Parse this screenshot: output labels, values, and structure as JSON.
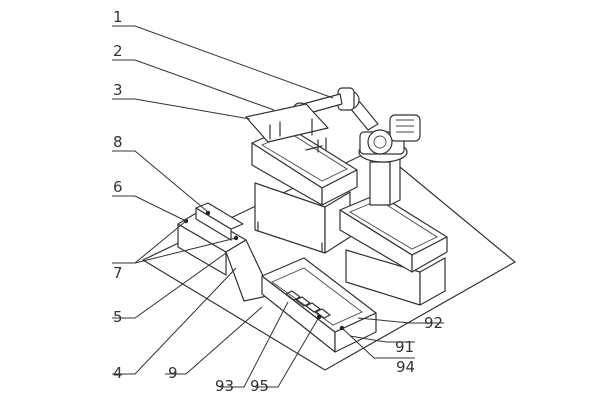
{
  "callouts": {
    "c1": "1",
    "c2": "2",
    "c3": "3",
    "c8": "8",
    "c6": "6",
    "c7": "7",
    "c5": "5",
    "c4": "4",
    "c9": "9",
    "c93": "93",
    "c95": "95",
    "c94": "94",
    "c91": "91",
    "c92": "92"
  }
}
